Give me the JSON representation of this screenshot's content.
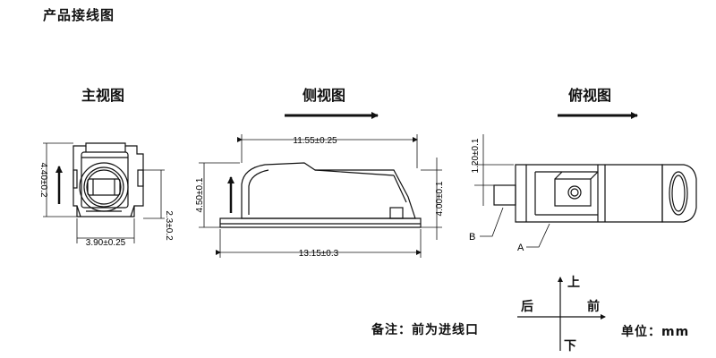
{
  "page_title": "产品接线图",
  "views": {
    "front": {
      "title": "主视图"
    },
    "side": {
      "title": "侧视图"
    },
    "top": {
      "title": "俯视图"
    }
  },
  "dimensions": {
    "front_height": "4.40±0.2",
    "front_width": "3.90±0.25",
    "front_right": "2.3±0.2",
    "side_top_length": "11.55±0.25",
    "side_left_height": "4.50±0.1",
    "side_right_height": "4.00±0.1",
    "side_bottom_length": "13.15±0.3",
    "top_offset": "1.20±0.1"
  },
  "callouts": {
    "a": "A",
    "b": "B"
  },
  "direction": {
    "up": "上",
    "down": "下",
    "back": "后",
    "front": "前"
  },
  "note": "备注：前为进线口",
  "unit": "单位：mm"
}
